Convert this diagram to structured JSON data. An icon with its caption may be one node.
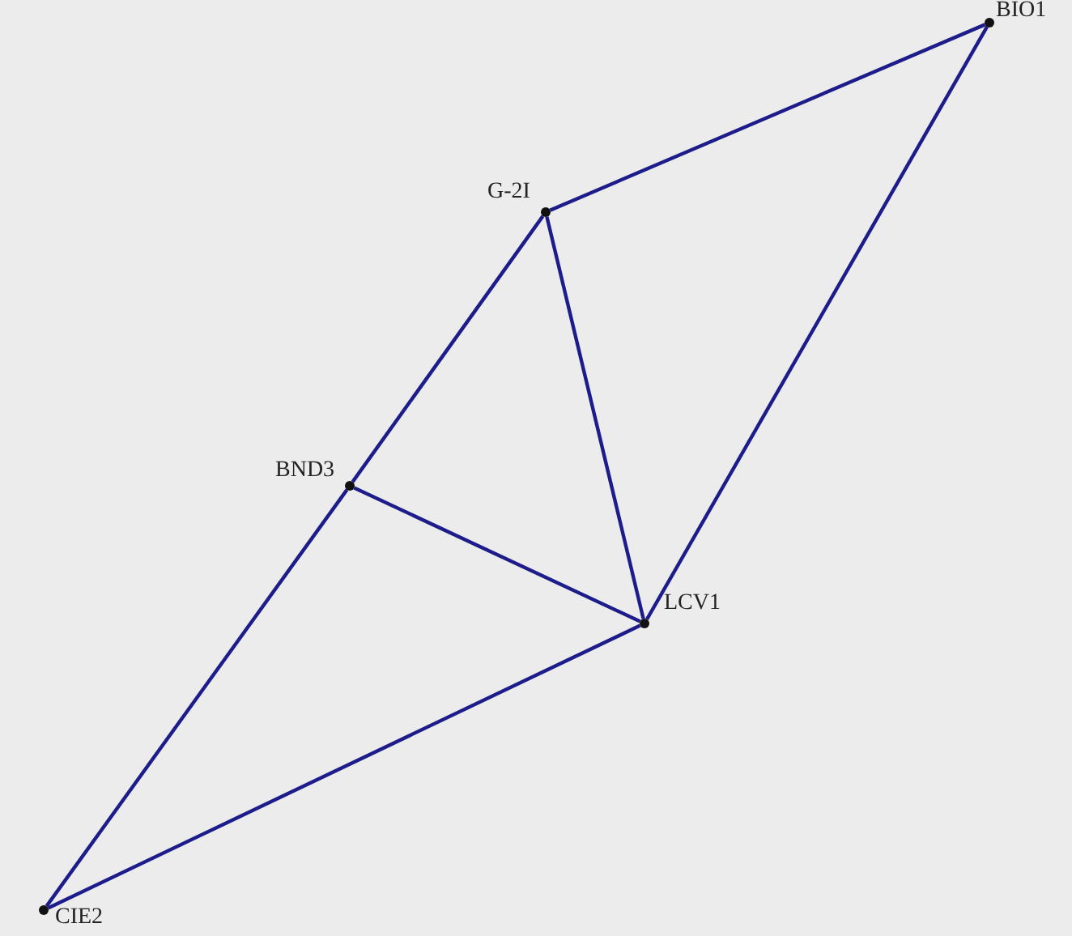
{
  "diagram": {
    "nodes": [
      {
        "text": [
          "BIO1"
        ]
      },
      {
        "text": [
          "G-2I"
        ]
      },
      {
        "text": [
          "BND3"
        ]
      },
      {
        "text": [
          "LCV1"
        ]
      },
      {
        "text": [
          "CIE2"
        ]
      }
    ],
    "edges": [
      {
        "from": 1,
        "to": 0,
        "arrow": "none"
      },
      {
        "from": 0,
        "to": 3,
        "arrow": "none"
      },
      {
        "from": 1,
        "to": 3,
        "arrow": "none"
      },
      {
        "from": 1,
        "to": 2,
        "arrow": "none"
      },
      {
        "from": 2,
        "to": 3,
        "arrow": "none"
      },
      {
        "from": 2,
        "to": 4,
        "arrow": "none"
      },
      {
        "from": 4,
        "to": 3,
        "arrow": "none"
      }
    ]
  }
}
